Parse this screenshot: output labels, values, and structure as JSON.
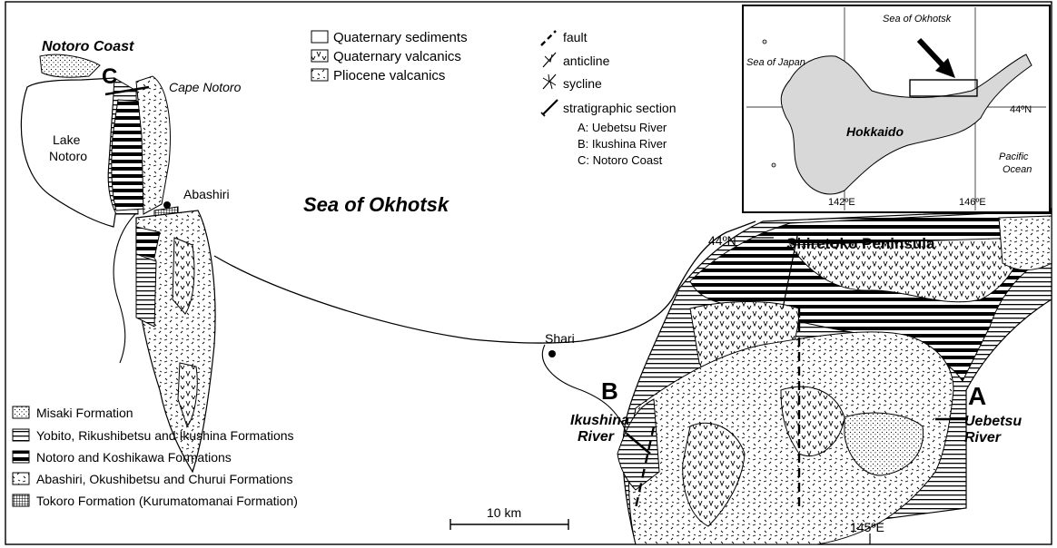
{
  "map": {
    "sea_label": "Sea of Okhotsk",
    "peninsula_label": "Shiretoko Peninsula",
    "places": {
      "notoro_coast": "Notoro Coast",
      "cape_notoro": "Cape Notoro",
      "lake_notoro_1": "Lake",
      "lake_notoro_2": "Notoro",
      "abashiri": "Abashiri",
      "shari": "Shari",
      "ikushina_1": "Ikushina",
      "ikushina_2": "River",
      "uebetsu_1": "Uebetsu",
      "uebetsu_2": "River"
    },
    "section_letters": {
      "a": "A",
      "b": "B",
      "c": "C"
    },
    "coords": {
      "lat_44": "44ºN",
      "lon_145": "145ºE"
    },
    "scale_bar": "10 km"
  },
  "legend_top": {
    "items": [
      "Quaternary sediments",
      "Quaternary valcanics",
      "Pliocene valcanics"
    ]
  },
  "legend_symbols": {
    "items": [
      "fault",
      "anticline",
      "sycline",
      "stratigraphic section"
    ],
    "sections": [
      "A: Uebetsu River",
      "B: Ikushina River",
      "C: Notoro Coast"
    ]
  },
  "legend_bottom": {
    "items": [
      "Misaki Formation",
      "Yobito, Rikushibetsu and Ikushina Formations",
      "Notoro and Koshikawa Formations",
      "Abashiri, Okushibetsu and Churui Formations",
      "Tokoro Formation (Kurumatomanai Formation)"
    ]
  },
  "inset": {
    "sea_okhotsk": "Sea of Okhotsk",
    "sea_japan": "Sea of Japan",
    "island": "Hokkaido",
    "pacific_1": "Pacific",
    "pacific_2": "Ocean",
    "lat": "44ºN",
    "lon_142": "142ºE",
    "lon_146": "146ºE"
  }
}
